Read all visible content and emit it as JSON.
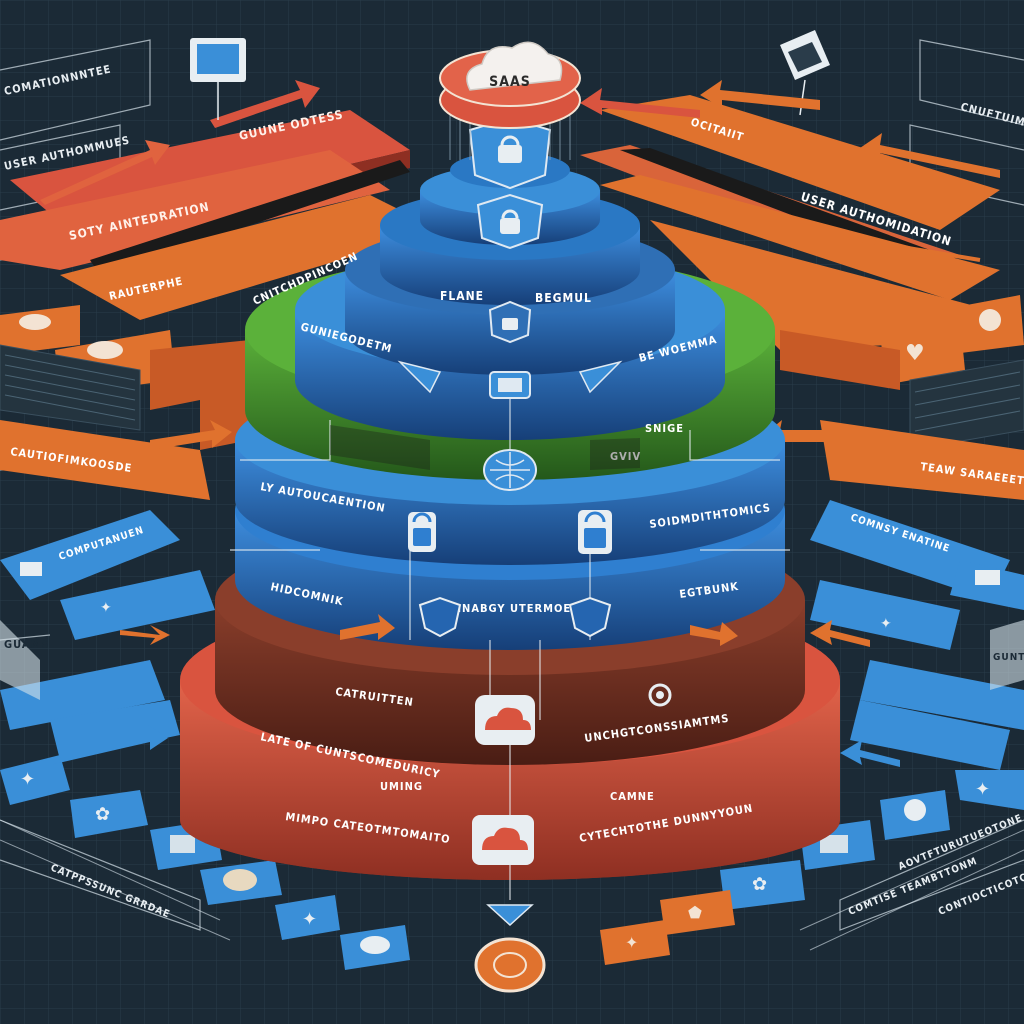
{
  "cloud": {
    "label": "SAAS"
  },
  "tiers": [
    {
      "labels": [
        "FLANE",
        "BEGMUL"
      ],
      "color": "#2f6fb5"
    },
    {
      "labels": [
        "GUNIEGODETM",
        "BE WOEMMA"
      ],
      "color": "#2a78c4"
    },
    {
      "labels": [
        "CNITCHDPINCOEN",
        "GVIV",
        "SNIGE"
      ],
      "color": "#4a9a2e"
    },
    {
      "labels": [
        "LY AUTOUCAENTION",
        "SOIDMDITHTOMICS"
      ],
      "color": "#2f7fd0"
    },
    {
      "labels": [
        "HIDCOMNIK",
        "AUINABGY UTERMOETION",
        "EGTBUNK"
      ],
      "color": "#2565b0"
    },
    {
      "labels": [
        "CATRUITTEN"
      ],
      "color": "#7a3424"
    },
    {
      "labels": [
        "LATE OF CUNTSCOMEDURICY",
        "UMING",
        "CAMNE",
        "UNCHGTCONSSIAMTMS"
      ],
      "color": "#b44a36"
    },
    {
      "labels": [
        "MIMPO CATEOTMTOMAITO",
        "CYTECHTOTHE DUNNYYOUN"
      ],
      "color": "#c9503a"
    }
  ],
  "side_banners": {
    "left": [
      "COMATIONNNTEE",
      "USER AUTHOMMUES",
      "GUUNE ODTESS",
      "SOTY AINTEDRATION",
      "RAUTERPHE",
      "CAUTIOFIMKOOSDE",
      "COMPUTANUEN",
      "GUAMS",
      "CATPPSSUNC GRRDAE"
    ],
    "right": [
      "CNUFTUIMINDDN",
      "OCITAIIT",
      "USER AUTHOMIDATION",
      "TEAW SARAEEETUSPLE",
      "COMNSY ENATINE",
      "GUNTRBLURE",
      "COMTISE TEAMBTTONM",
      "AOVTFTURUTUEOTONE",
      "CONTIOCTICOTCOMIEE"
    ]
  },
  "colors": {
    "background": "#1b2a36",
    "grid": "#2a3c4a",
    "orange": "#e0722e",
    "red": "#d9543f",
    "blue": "#3a8fd8",
    "green": "#4a9a2e"
  }
}
